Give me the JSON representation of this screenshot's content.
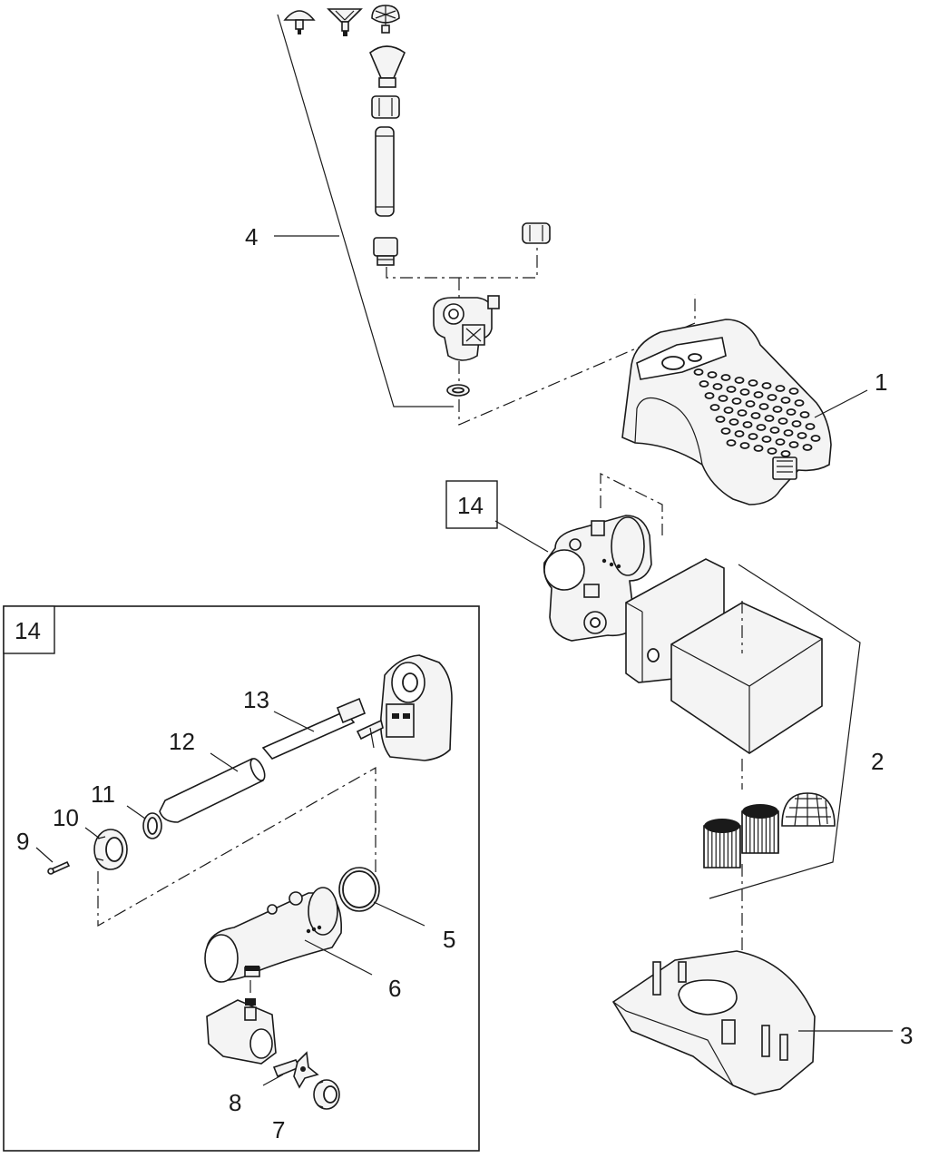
{
  "callouts": {
    "c1": "1",
    "c2": "2",
    "c3": "3",
    "c4": "4",
    "c5": "5",
    "c6": "6",
    "c7": "7",
    "c8": "8",
    "c9": "9",
    "c10": "10",
    "c11": "11",
    "c12": "12",
    "c13": "13",
    "c14_top": "14",
    "c14_inset": "14"
  }
}
